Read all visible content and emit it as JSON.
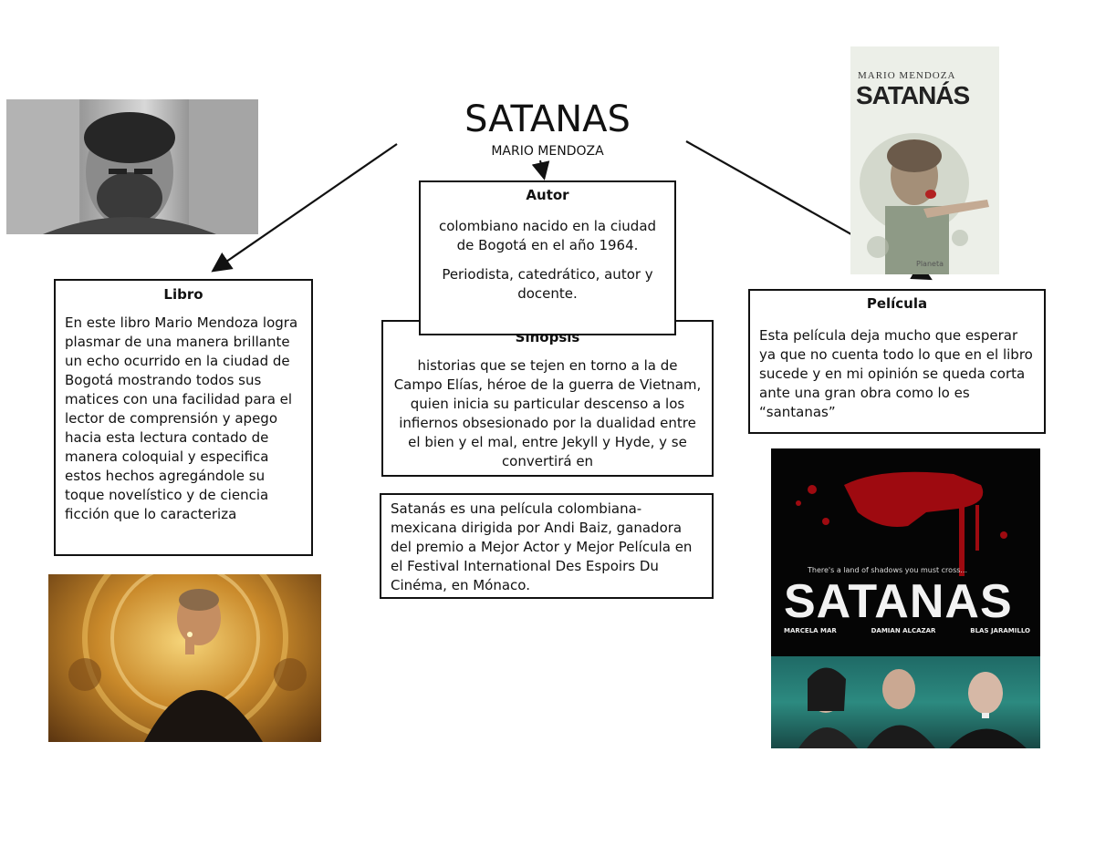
{
  "title": "SATANAS",
  "subtitle": "MARIO MENDOZA",
  "autor": {
    "heading": "Autor",
    "p1": "colombiano nacido en la ciudad de Bogotá en el año 1964.",
    "p2": "Periodista, catedrático, autor y docente."
  },
  "libro": {
    "heading": "Libro",
    "text": "En este libro Mario Mendoza logra plasmar de una manera brillante un echo ocurrido en la ciudad de Bogotá mostrando todos sus matices con una facilidad para el lector de comprensión y apego hacia esta lectura contado de manera coloquial y especifica estos hechos agregándole su toque novelístico y de ciencia ficción que lo caracteriza"
  },
  "sinopsis": {
    "heading": "Sinopsis",
    "text": "historias que se tejen en torno a la de Campo Elías, héroe de la guerra de Vietnam, quien inicia su particular descenso a los infiernos obsesionado por la dualidad entre el bien y el mal, entre Jekyll y Hyde, y se convertirá en"
  },
  "pelicula": {
    "heading": "Película",
    "text": "Esta película deja mucho que esperar ya que no cuenta todo lo que en el libro sucede y en mi opinión se queda corta ante una gran obra como lo es “santanas”"
  },
  "premio": {
    "text": "Satanás es una película colombiana-mexicana dirigida por Andi Baiz, ganadora del premio a Mejor Actor y Mejor Película en el Festival International Des Espoirs Du Cinéma, en Mónaco."
  },
  "book_cover": {
    "author": "MARIO MENDOZA",
    "title": "SATANÁS",
    "publisher": "Planeta"
  },
  "poster": {
    "tagline": "There's a land of shadows you must cross...",
    "title": "SATANAS",
    "cast": [
      "MARCELA MAR",
      "DAMIAN ALCAZAR",
      "BLAS JARAMILLO"
    ]
  }
}
